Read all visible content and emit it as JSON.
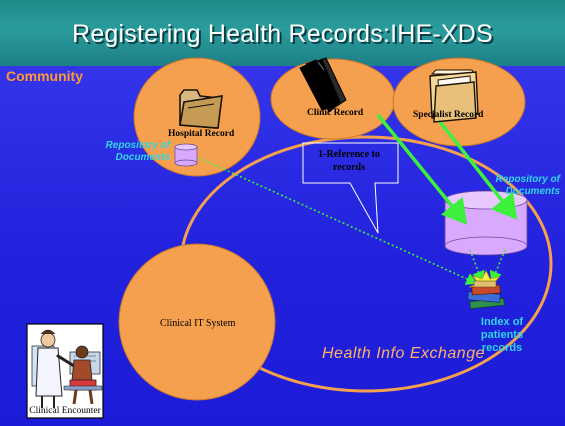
{
  "title": "Registering Health Records:IHE-XDS",
  "community_label": "Community",
  "exchange_label": "Health Info Exchange",
  "records": {
    "hospital": "Hospital Record",
    "clinic": "Clinic Record",
    "specialist": "Specialist Record"
  },
  "it_system_label": "Clinical IT System",
  "repository_label_left": "Repository of Documents",
  "repository_label_right": "Repository of Documents",
  "index_label": "Index of patients records",
  "callout_text": "1-Reference to records",
  "encounter_label": "Clinical Encounter",
  "colors": {
    "background": "#2626e0",
    "title_bar": "#238f93",
    "node_fill": "#f5a04e",
    "ring": "#f5a04e",
    "repository_fill": "#d9a8ff",
    "arrow_green": "#3cf03c",
    "accent_text": "#2fd6e6",
    "community_text": "#ff9a2e"
  },
  "icons": [
    "folder-icon",
    "black-folder-icon",
    "files-folder-icon",
    "database-icon",
    "index-books-icon",
    "doctor-patient-icon"
  ]
}
